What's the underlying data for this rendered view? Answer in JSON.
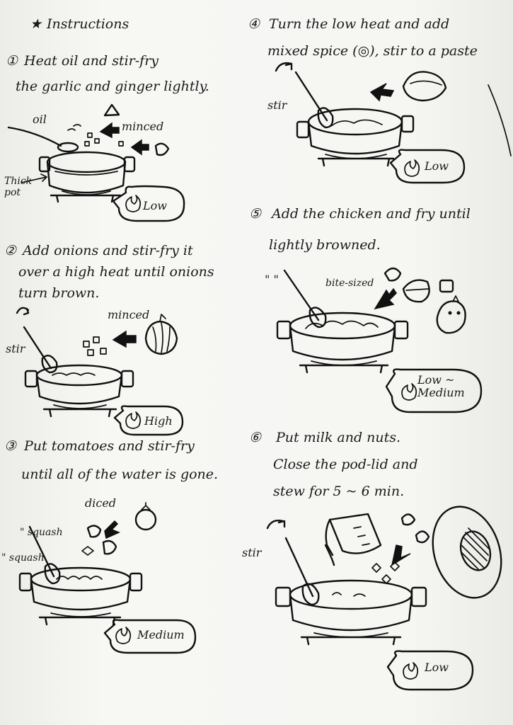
{
  "header": {
    "star": "★",
    "title": "Instructions"
  },
  "steps": [
    {
      "number": "①",
      "lines": [
        "Heat oil and stir-fry",
        "the garlic and ginger lightly."
      ],
      "labels": {
        "oil": "oil",
        "minced": "minced",
        "thick_pot": "Thick\npot"
      },
      "heat": "Low"
    },
    {
      "number": "②",
      "lines": [
        "Add onions and stir-fry it",
        "over a high heat until onions",
        "turn brown."
      ],
      "labels": {
        "minced": "minced",
        "stir": "stir"
      },
      "heat": "High"
    },
    {
      "number": "③",
      "lines": [
        "Put tomatoes and stir-fry",
        "until all of the water is gone."
      ],
      "labels": {
        "diced": "diced",
        "squash1": "\" squash",
        "squash2": "\" squash"
      },
      "heat": "Medium"
    },
    {
      "number": "④",
      "lines": [
        "Turn the low heat and add",
        "mixed spice (◎), stir to a paste"
      ],
      "labels": {
        "stir": "stir"
      },
      "heat": "Low"
    },
    {
      "number": "⑤",
      "lines": [
        "Add the chicken and fry until",
        "lightly browned."
      ],
      "labels": {
        "bite_sized": "bite-sized",
        "quote": "\" \""
      },
      "heat": "Low ~\nMedium"
    },
    {
      "number": "⑥",
      "lines": [
        "Put milk and nuts.",
        "Close the pod-lid and",
        "stew for 5 ~ 6 min."
      ],
      "labels": {
        "stir": "stir"
      },
      "heat": "Low"
    }
  ]
}
